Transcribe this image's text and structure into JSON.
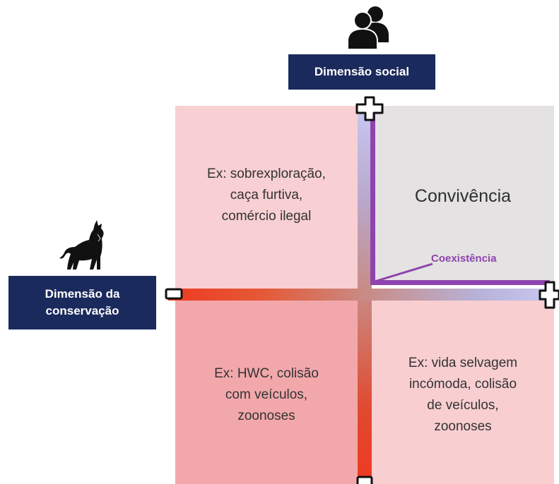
{
  "axes": {
    "vertical_label": "Dimensão social",
    "horizontal_label_line1": "Dimensão da",
    "horizontal_label_line2": "conservação"
  },
  "quadrants": {
    "top_left": [
      "Ex: sobrexploração,",
      "caça furtiva,",
      "comércio ilegal"
    ],
    "top_right": "Convivência",
    "bottom_left": [
      "Ex: HWC, colisão",
      "com veículos,",
      "zoonoses"
    ],
    "bottom_right": [
      "Ex: vida selvagem",
      "incómoda, colisão",
      "de veículos,",
      "zoonoses"
    ]
  },
  "coexistence_label": "Coexistência",
  "icons": {
    "top": "people-icon",
    "left": "lynx-icon",
    "top_marker": "plus-icon",
    "right_marker": "plus-icon",
    "left_marker": "minus-icon",
    "bottom_marker": "minus-icon"
  },
  "colors": {
    "navy": "#1b2a5c",
    "purple": "#8e44ad",
    "red": "#ee3a22",
    "pink": "#f8cfd2",
    "grey": "#e4e2e2"
  }
}
